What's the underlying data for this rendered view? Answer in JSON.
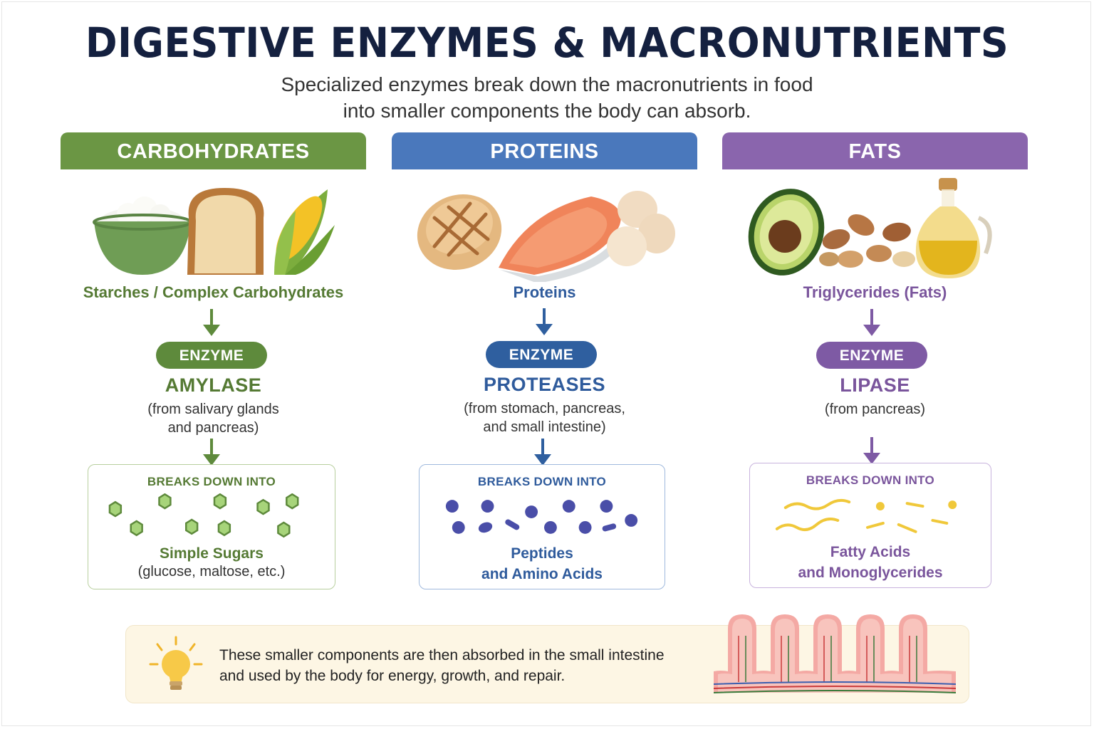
{
  "title": "DIGESTIVE ENZYMES & MACRONUTRIENTS",
  "subtitle_line1": "Specialized enzymes break down the macronutrients in food",
  "subtitle_line2": "into smaller components the body can absorb.",
  "columns": {
    "carbs": {
      "header": "CARBOHYDRATES",
      "food_label": "Starches / Complex Carbohydrates",
      "enzyme_tag": "ENZYME",
      "enzyme_name": "AMYLASE",
      "source_line1": "(from salivary glands",
      "source_line2": "and pancreas)",
      "breaks_label": "BREAKS DOWN INTO",
      "product_line1": "Simple Sugars",
      "product_line2": "(glucose, maltose, etc.)",
      "color": "#6b9644",
      "icons": [
        "rice-bowl-icon",
        "bread-icon",
        "corn-icon",
        "hexagon-sugar-icon"
      ]
    },
    "proteins": {
      "header": "PROTEINS",
      "food_label": "Proteins",
      "enzyme_tag": "ENZYME",
      "enzyme_name": "PROTEASES",
      "source_line1": "(from stomach, pancreas,",
      "source_line2": "and small intestine)",
      "breaks_label": "BREAKS DOWN INTO",
      "product_line1": "Peptides",
      "product_line2": "and Amino Acids",
      "color": "#4a78bc",
      "icons": [
        "chicken-breast-icon",
        "salmon-icon",
        "eggs-icon",
        "amino-acid-dot-icon"
      ]
    },
    "fats": {
      "header": "FATS",
      "food_label": "Triglycerides (Fats)",
      "enzyme_tag": "ENZYME",
      "enzyme_name": "LIPASE",
      "source_line1": "(from pancreas)",
      "breaks_label": "BREAKS DOWN INTO",
      "product_line1": "Fatty Acids",
      "product_line2": "and Monoglycerides",
      "color": "#8a65ad",
      "icons": [
        "avocado-icon",
        "nuts-icon",
        "oil-bottle-icon",
        "fatty-acid-chain-icon"
      ]
    }
  },
  "footer": {
    "line1": "These smaller components are then absorbed in the small intestine",
    "line2": "and used by the body for energy, growth, and repair.",
    "icons": [
      "lightbulb-icon",
      "intestinal-villi-icon"
    ]
  }
}
